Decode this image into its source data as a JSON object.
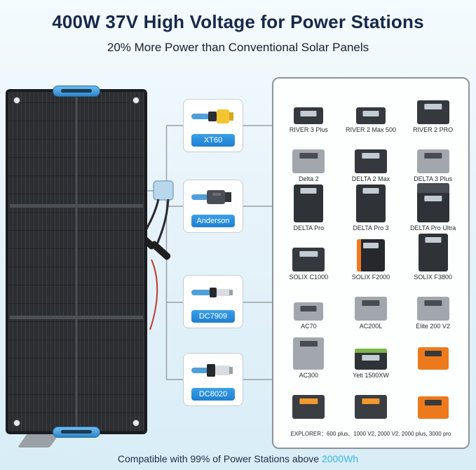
{
  "page": {
    "title": "400W 37V High Voltage for Power Stations",
    "subtitle": "20% More Power than Conventional Solar Panels"
  },
  "connectors": [
    {
      "id": "xt60",
      "label": "XT60"
    },
    {
      "id": "anderson",
      "label": "Anderson"
    },
    {
      "id": "dc7909",
      "label": "DC7909"
    },
    {
      "id": "dc8020",
      "label": "DC8020"
    }
  ],
  "products": {
    "rows": [
      [
        {
          "label": "RIVER 3 Plus",
          "variant": "box-dark-s"
        },
        {
          "label": "RIVER 2 Max 500",
          "variant": "box-dark-s"
        },
        {
          "label": "RIVER 2 PRO",
          "variant": "box-dark-m"
        }
      ],
      [
        {
          "label": "Delta 2",
          "variant": "box-gray-m"
        },
        {
          "label": "DELTA 2 Max",
          "variant": "box-dark-m"
        },
        {
          "label": "DELTA 3 Plus",
          "variant": "box-gray-m"
        }
      ],
      [
        {
          "label": "DELTA Pro",
          "variant": "tower-dark"
        },
        {
          "label": "DELTA Pro 3",
          "variant": "tower-dark"
        },
        {
          "label": "DELTA Pro Ultra",
          "variant": "tower-stacked"
        }
      ],
      [
        {
          "label": "SOLIX C1000",
          "variant": "box-dark-m"
        },
        {
          "label": "SOLIX F2000",
          "variant": "tower-orange"
        },
        {
          "label": "SOLIX F3800",
          "variant": "tower-dark"
        }
      ],
      [
        {
          "label": "AC70",
          "variant": "box-gray-s"
        },
        {
          "label": "AC200L",
          "variant": "box-gray-m"
        },
        {
          "label": "Elite 200 V2",
          "variant": "box-gray-m"
        }
      ],
      [
        {
          "label": "AC300",
          "variant": "tower-gray"
        },
        {
          "label": "Yeti 1500XW",
          "variant": "box-green"
        },
        {
          "label": "",
          "variant": "box-orange"
        }
      ],
      [
        {
          "label": "",
          "variant": "box-dark-orange"
        },
        {
          "label": "",
          "variant": "box-dark-orange"
        },
        {
          "label": "",
          "variant": "box-orange"
        }
      ]
    ],
    "explorer_label": "EXPLORER：600 plus、1000 V2, 2000 V2, 2000 plus, 3000 pro"
  },
  "footer": {
    "prefix": "Compatible with 99% of Power Stations above ",
    "highlight": "2000Wh"
  },
  "colors": {
    "accent_blue": "#2f9be3",
    "highlight_blue": "#38b6ea",
    "title_navy": "#16284a",
    "panel_border": "#8d949b"
  }
}
